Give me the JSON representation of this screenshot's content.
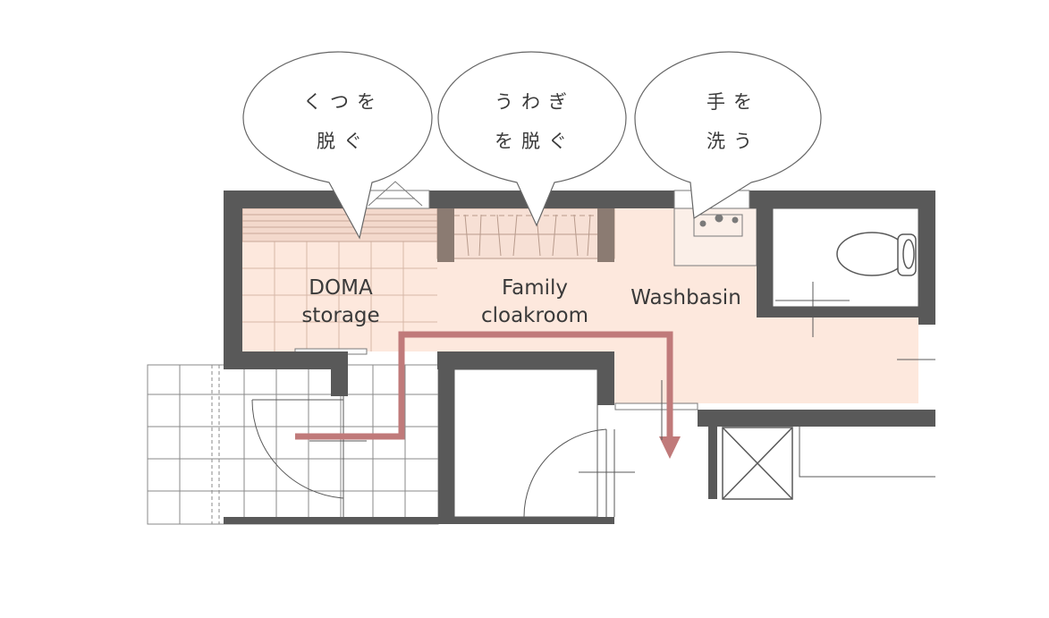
{
  "bubbles": [
    {
      "line1": "くつを",
      "line2": "脱ぐ"
    },
    {
      "line1": "うわぎ",
      "line2": "を脱ぐ"
    },
    {
      "line1": "手を",
      "line2": "洗う"
    }
  ],
  "rooms": {
    "doma_line1": "DOMA",
    "doma_line2": "storage",
    "family_line1": "Family",
    "family_line2": "cloakroom",
    "washbasin": "Washbasin"
  },
  "colors": {
    "wall": "#595959",
    "room_fill": "#fde8dd",
    "path_arrow": "#c07a7a",
    "bubble_stroke": "#666666",
    "grid_line": "#8a8a8a"
  },
  "icons": [
    "toilet-icon",
    "shower-box-icon",
    "door-swing-icon",
    "path-arrow-icon"
  ]
}
